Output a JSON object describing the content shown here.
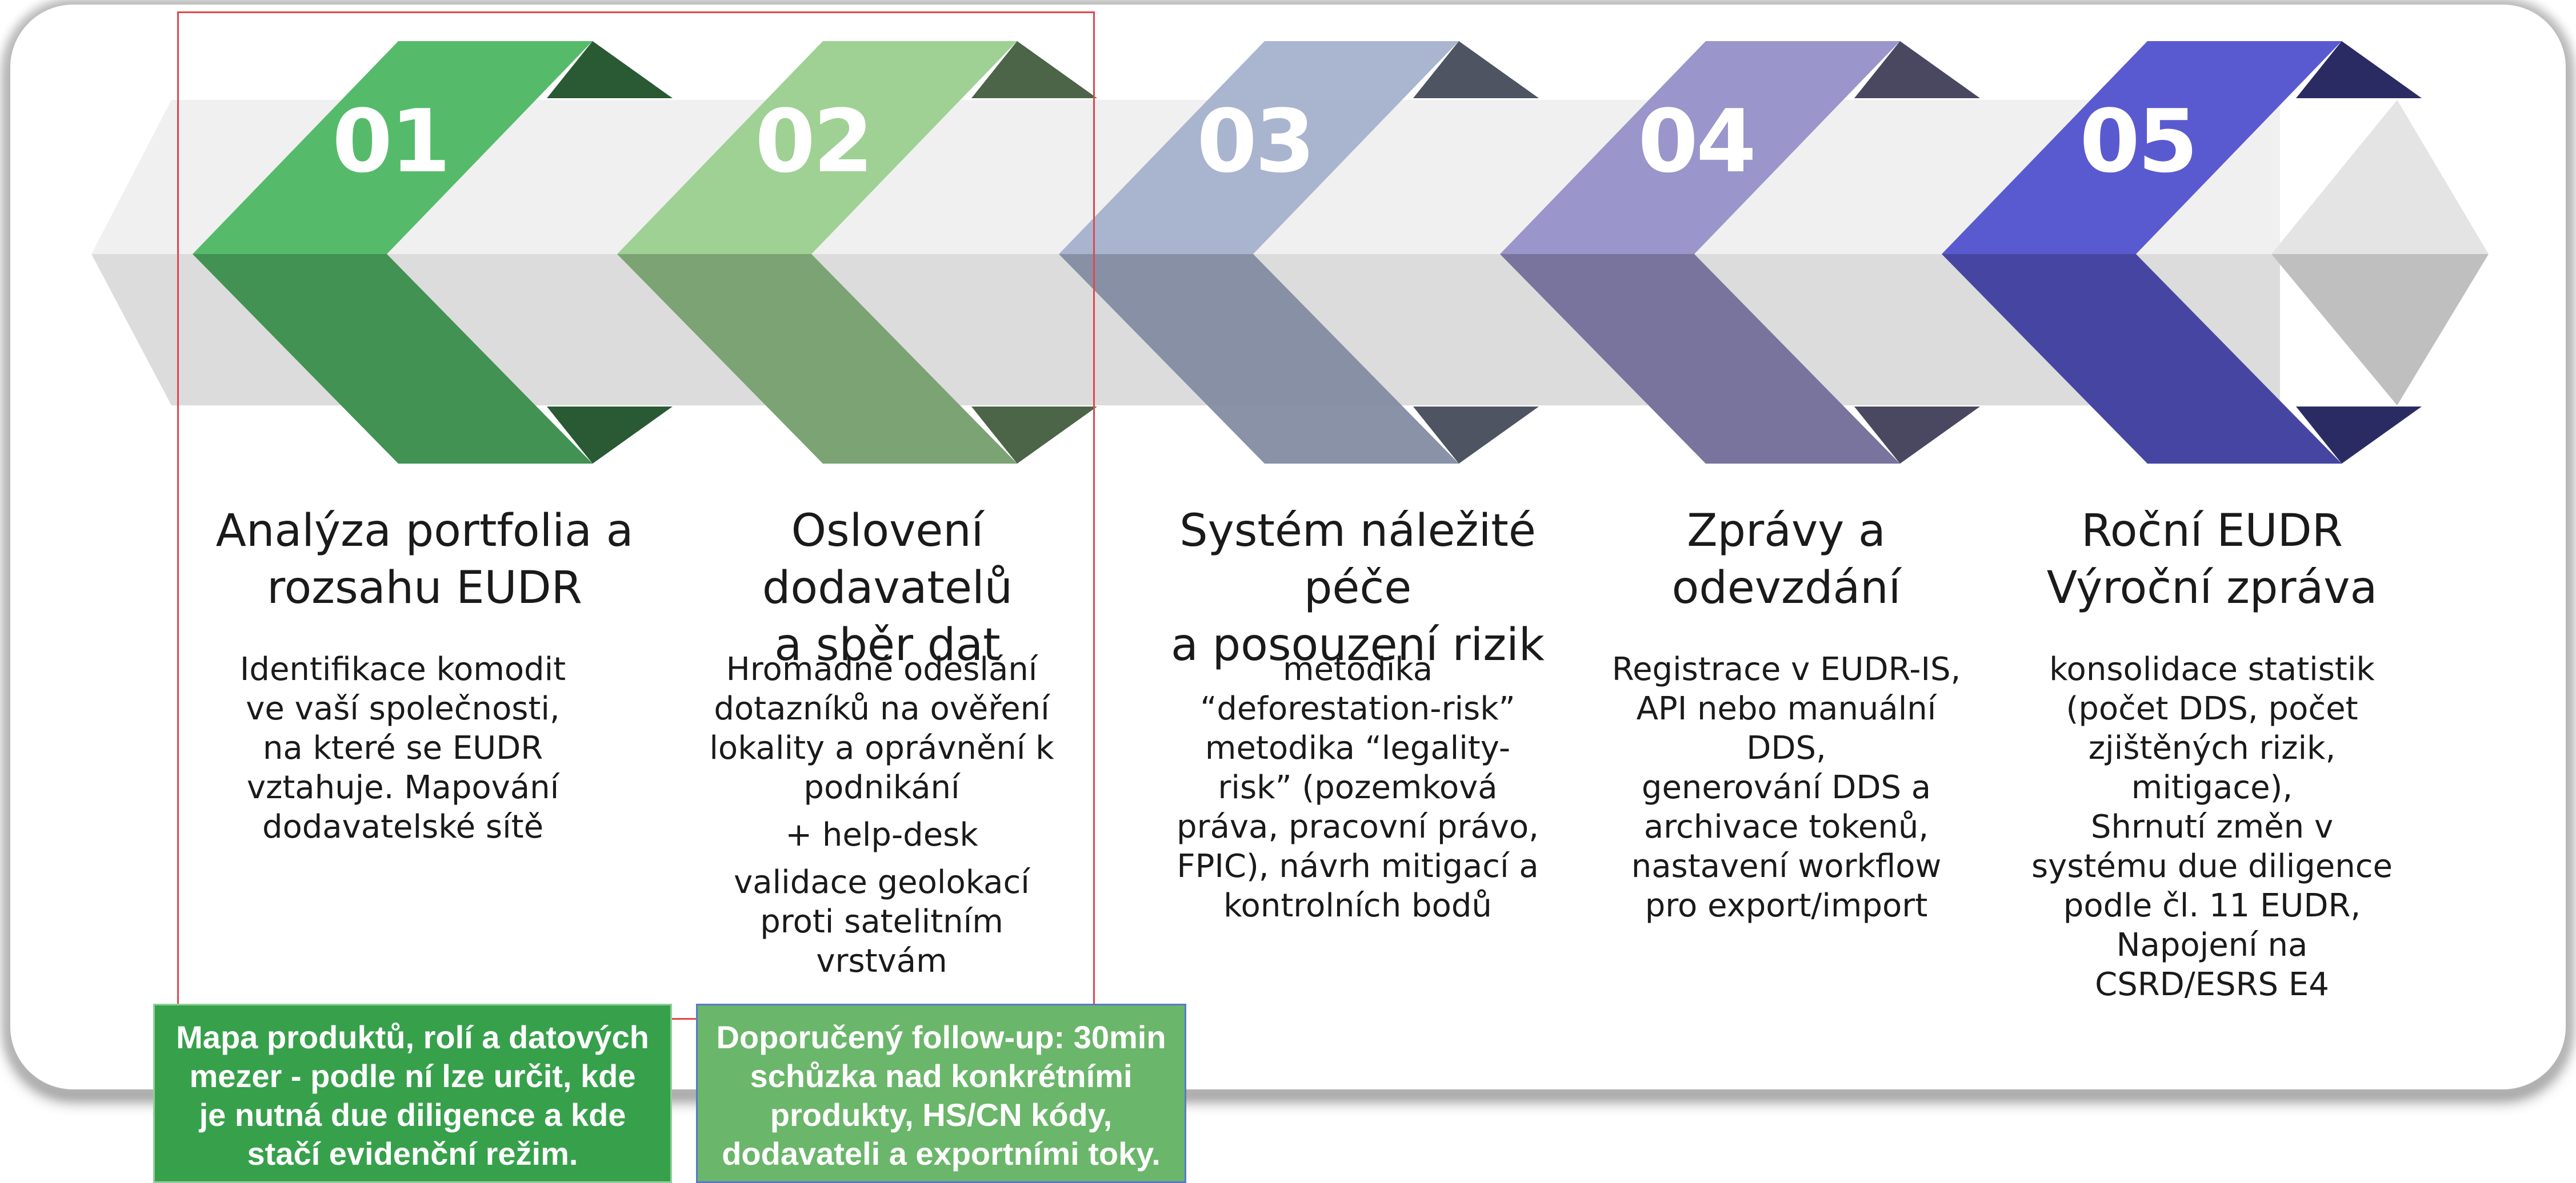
{
  "colors": {
    "step_01": "#55bb6a",
    "step_02": "#9ed193",
    "step_03": "#a3b0cc",
    "step_04": "#9a95cb",
    "step_05": "#5a5ad0",
    "highlight_frame": "#e0474c",
    "callout_1": "#37a04b",
    "callout_2": "#6ab66a"
  },
  "steps": [
    {
      "number": "01",
      "title": [
        "Analýza portfolia a",
        "rozsahu EUDR"
      ],
      "description": [
        "Identifikace komodit",
        "ve vaší společnosti,",
        "na které se EUDR",
        "vztahuje. Mapování",
        "dodavatelské sítě"
      ]
    },
    {
      "number": "02",
      "title": [
        "Oslovení dodavatelů",
        "a sběr dat"
      ],
      "description": [
        "Hromadné odeslání",
        "dotazníků na ověření",
        "lokality a oprávnění k",
        "podnikání",
        "+ help-desk",
        "validace geolokací",
        "proti satelitním",
        "vrstvám"
      ]
    },
    {
      "number": "03",
      "title": [
        "Systém náležité péče",
        "a posouzení rizik"
      ],
      "description": [
        "metodika",
        "“deforestation-risk”",
        "metodika “legality-",
        "risk” (pozemková",
        "práva, pracovní právo,",
        "FPIC), návrh mitigací a",
        "kontrolních bodů"
      ]
    },
    {
      "number": "04",
      "title": [
        "Zprávy a",
        "odevzdání"
      ],
      "description": [
        "Registrace v EUDR-IS,",
        "API nebo manuální",
        "DDS,",
        "generování DDS a",
        "archivace tokenů,",
        "nastavení workflow",
        "pro export/import"
      ]
    },
    {
      "number": "05",
      "title": [
        "Roční EUDR",
        "Výroční zpráva"
      ],
      "description": [
        "konsolidace statistik",
        "(počet DDS, počet",
        "zjištěných rizik,",
        "mitigace),",
        "Shrnutí změn v",
        "systému due diligence",
        "podle čl. 11 EUDR,",
        "Napojení na",
        "CSRD/ESRS E4"
      ]
    }
  ],
  "callouts": [
    [
      "Mapa produktů, rolí a datových",
      "mezer - podle ní lze určit, kde",
      "je nutná due diligence a kde",
      "stačí evidenční režim."
    ],
    [
      "Doporučený follow-up: 30min",
      "schůzka nad konkrétními",
      "produkty, HS/CN kódy,",
      "dodavateli a exportními toky."
    ]
  ]
}
